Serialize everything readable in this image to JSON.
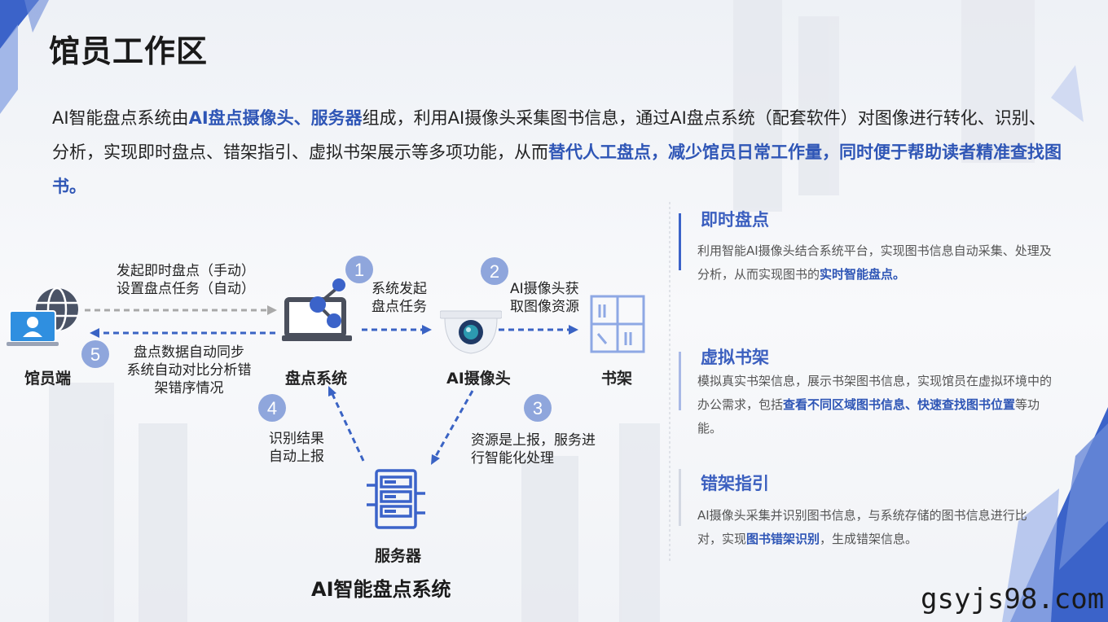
{
  "title": "馆员工作区",
  "intro": {
    "p1": "AI智能盘点系统由",
    "h1": "AI盘点摄像头、服务器",
    "p2": "组成，利用AI摄像头采集图书信息，通过AI盘点系统（配套软件）对图像进行转化、识别、分析，实现即时盘点、错架指引、虚拟书架展示等多项功能，从而",
    "h2": "替代人工盘点，减少馆员日常工作量，同时便于帮助读者精准查找图书。"
  },
  "diagram": {
    "nodes": {
      "librarian": "馆员端",
      "inventory_system": "盘点系统",
      "ai_camera": "AI摄像头",
      "bookshelf": "书架",
      "server": "服务器"
    },
    "steps": {
      "s1": "1",
      "s2": "2",
      "s3": "3",
      "s4": "4",
      "s5": "5"
    },
    "labels": {
      "initiate_1": "发起即时盘点（手动）",
      "initiate_2": "设置盘点任务（自动）",
      "sys_start_1": "系统发起",
      "sys_start_2": "盘点任务",
      "cam_get_1": "AI摄像头获",
      "cam_get_2": "取图像资源",
      "report_1": "资源是上报，服务进",
      "report_2": "行智能化处理",
      "result_1": "识别结果",
      "result_2": "自动上报",
      "sync_1": "盘点数据自动同步",
      "sync_2": "系统自动对比分析错",
      "sync_3": "架错序情况"
    },
    "system_name": "AI智能盘点系统"
  },
  "cards": [
    {
      "title": "即时盘点",
      "body_a": "利用智能AI摄像头结合系统平台，实现图书信息自动采集、处理及分析，从而实现图书的",
      "hl": "实时智能盘点。",
      "body_b": ""
    },
    {
      "title": "虚拟书架",
      "body_a": "模拟真实书架信息，展示书架图书信息，实现馆员在虚拟环境中的办公需求，包括",
      "hl": "查看不同区域图书信息、快速查找图书位置",
      "body_b": "等功能。"
    },
    {
      "title": "错架指引",
      "body_a": "AI摄像头采集并识别图书信息，与系统存储的图书信息进行比对，实现",
      "hl": "图书错架识别",
      "body_b": "，生成错架信息。"
    }
  ],
  "watermark": "gsyjs98.com",
  "colors": {
    "accent": "#2f56b6",
    "step_circle": "#8fa6dc",
    "arrow": "#3a63c4",
    "icon_blue": "#3b63c9"
  }
}
